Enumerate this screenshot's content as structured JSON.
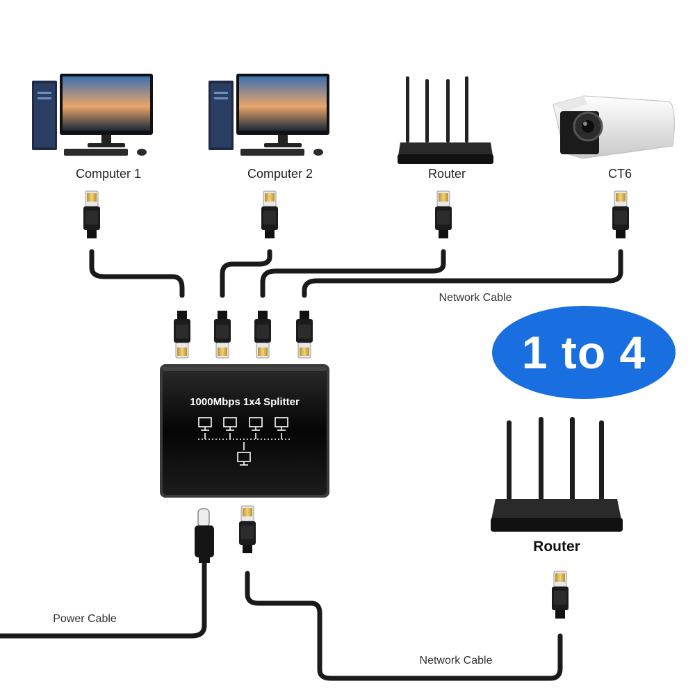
{
  "devices": {
    "computer1_label": "Computer 1",
    "computer2_label": "Computer 2",
    "router_top_label": "Router",
    "camera_label": "CT6",
    "router_bottom_label": "Router"
  },
  "splitter": {
    "title": "1000Mbps 1x4 Splitter"
  },
  "cables": {
    "network_top_label": "Network Cable",
    "network_bottom_label": "Network Cable",
    "power_label": "Power Cable"
  },
  "badge": {
    "text": "1 to 4",
    "color": "#1a6fe0"
  }
}
